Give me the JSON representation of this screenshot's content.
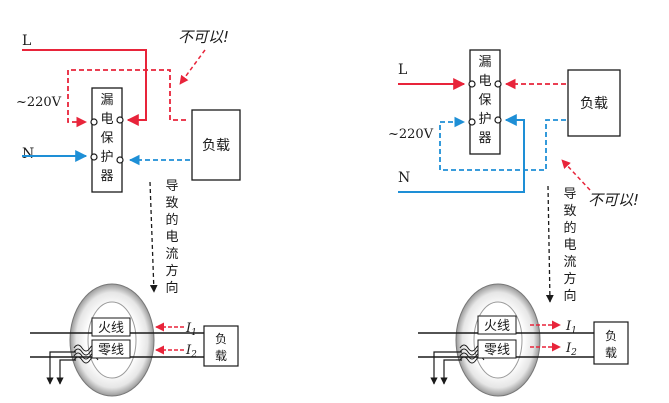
{
  "left_panel": {
    "phase_label": "L",
    "voltage_label": "~220V",
    "neutral_label": "N",
    "protector_chars": [
      "漏",
      "电",
      "保",
      "护",
      "器"
    ],
    "load_label": "负载",
    "warning": "不可以!",
    "direction_chars": [
      "导",
      "致",
      "的",
      "电",
      "流",
      "方",
      "向"
    ],
    "ct": {
      "live": "火线",
      "neutral": "零线",
      "i1": "I",
      "i1_sub": "1",
      "i2": "I",
      "i2_sub": "2",
      "load": "负载"
    }
  },
  "right_panel": {
    "phase_label": "L",
    "voltage_label": "~220V",
    "neutral_label": "N",
    "protector_chars": [
      "漏",
      "电",
      "保",
      "护",
      "器"
    ],
    "load_label": "负载",
    "warning": "不可以!",
    "direction_chars": [
      "导",
      "致",
      "的",
      "电",
      "流",
      "方",
      "向"
    ],
    "ct": {
      "live": "火线",
      "neutral": "零线",
      "i1": "I",
      "i1_sub": "1",
      "i2": "I",
      "i2_sub": "2",
      "load": "负载"
    }
  },
  "colors": {
    "phase": "#e8243a",
    "neutral": "#1e8fd6",
    "ink": "#1a1a1a",
    "ring_light": "#f2f2f2",
    "ring_dark": "#8a8a8a"
  }
}
